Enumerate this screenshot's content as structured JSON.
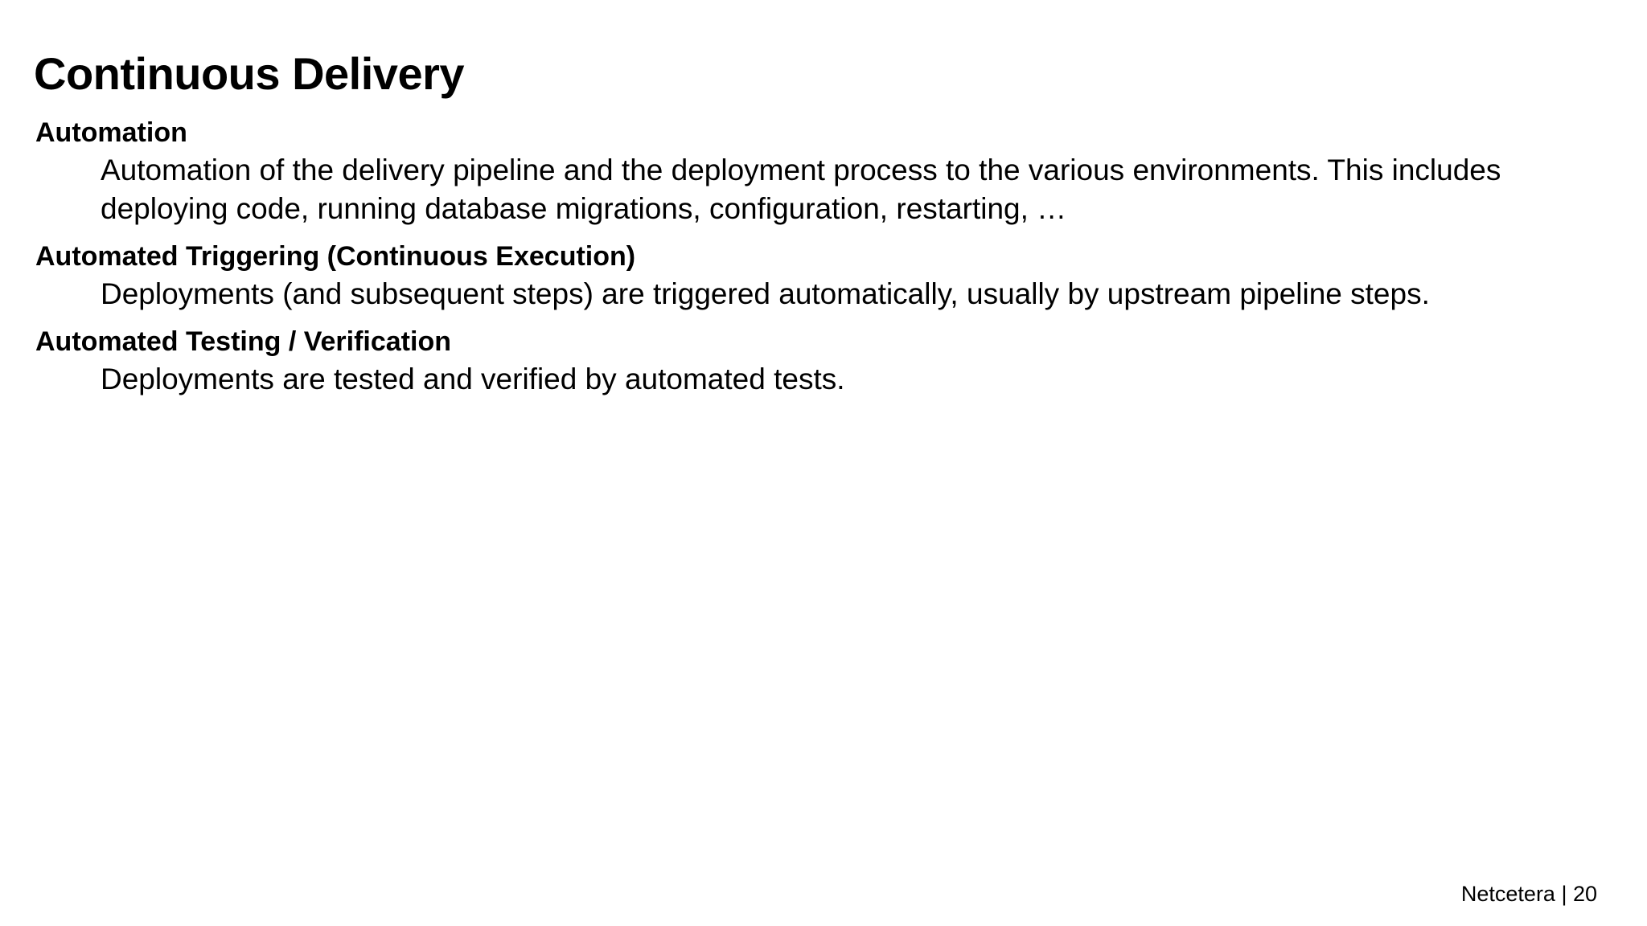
{
  "slide": {
    "title": "Continuous Delivery",
    "sections": [
      {
        "heading": "Automation",
        "body": "Automation of the delivery pipeline and the deployment process to the various environments. This includes deploying code, running database migrations, configuration, restarting, …"
      },
      {
        "heading": "Automated Triggering (Continuous Execution)",
        "body": "Deployments (and subsequent steps) are triggered automatically, usually by upstream pipeline steps."
      },
      {
        "heading": "Automated Testing / Verification",
        "body": "Deployments are tested and verified by automated tests."
      }
    ],
    "footer": {
      "brand": "Netcetera",
      "separator": "|",
      "page_number": "20",
      "text": "Netcetera | 20"
    },
    "colors": {
      "background": "#ffffff",
      "text": "#000000"
    }
  }
}
